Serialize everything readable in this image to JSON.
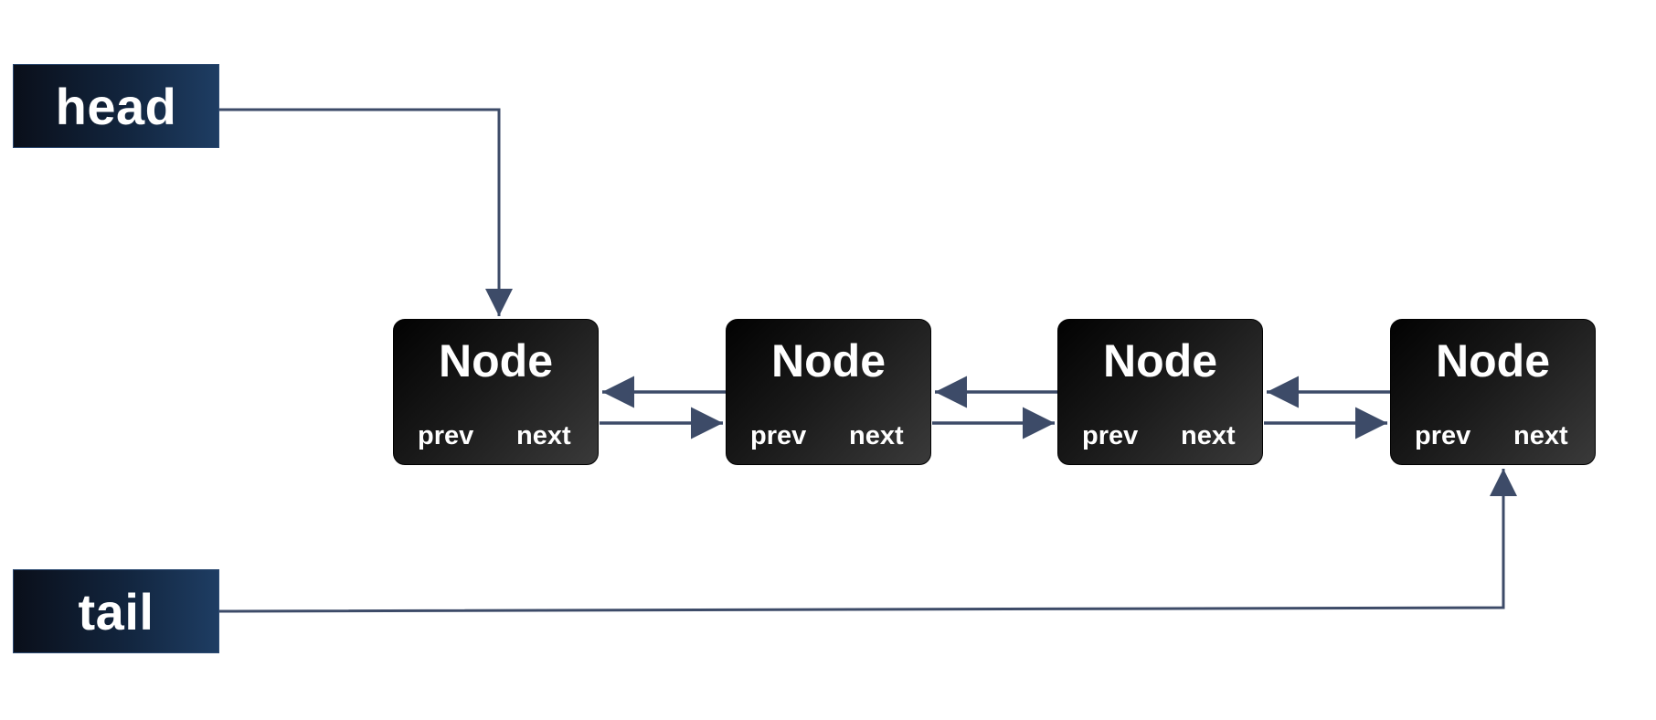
{
  "pointers": {
    "head": "head",
    "tail": "tail"
  },
  "nodes": [
    {
      "title": "Node",
      "prev": "prev",
      "next": "next"
    },
    {
      "title": "Node",
      "prev": "prev",
      "next": "next"
    },
    {
      "title": "Node",
      "prev": "prev",
      "next": "next"
    },
    {
      "title": "Node",
      "prev": "prev",
      "next": "next"
    }
  ],
  "colors": {
    "connector": "#3d4b68",
    "pointer_gradient_dark": "#0a0f1a",
    "pointer_gradient_light": "#1e3d63",
    "node_dark": "#020202",
    "node_light": "#3a3a3a",
    "text": "#ffffff"
  }
}
